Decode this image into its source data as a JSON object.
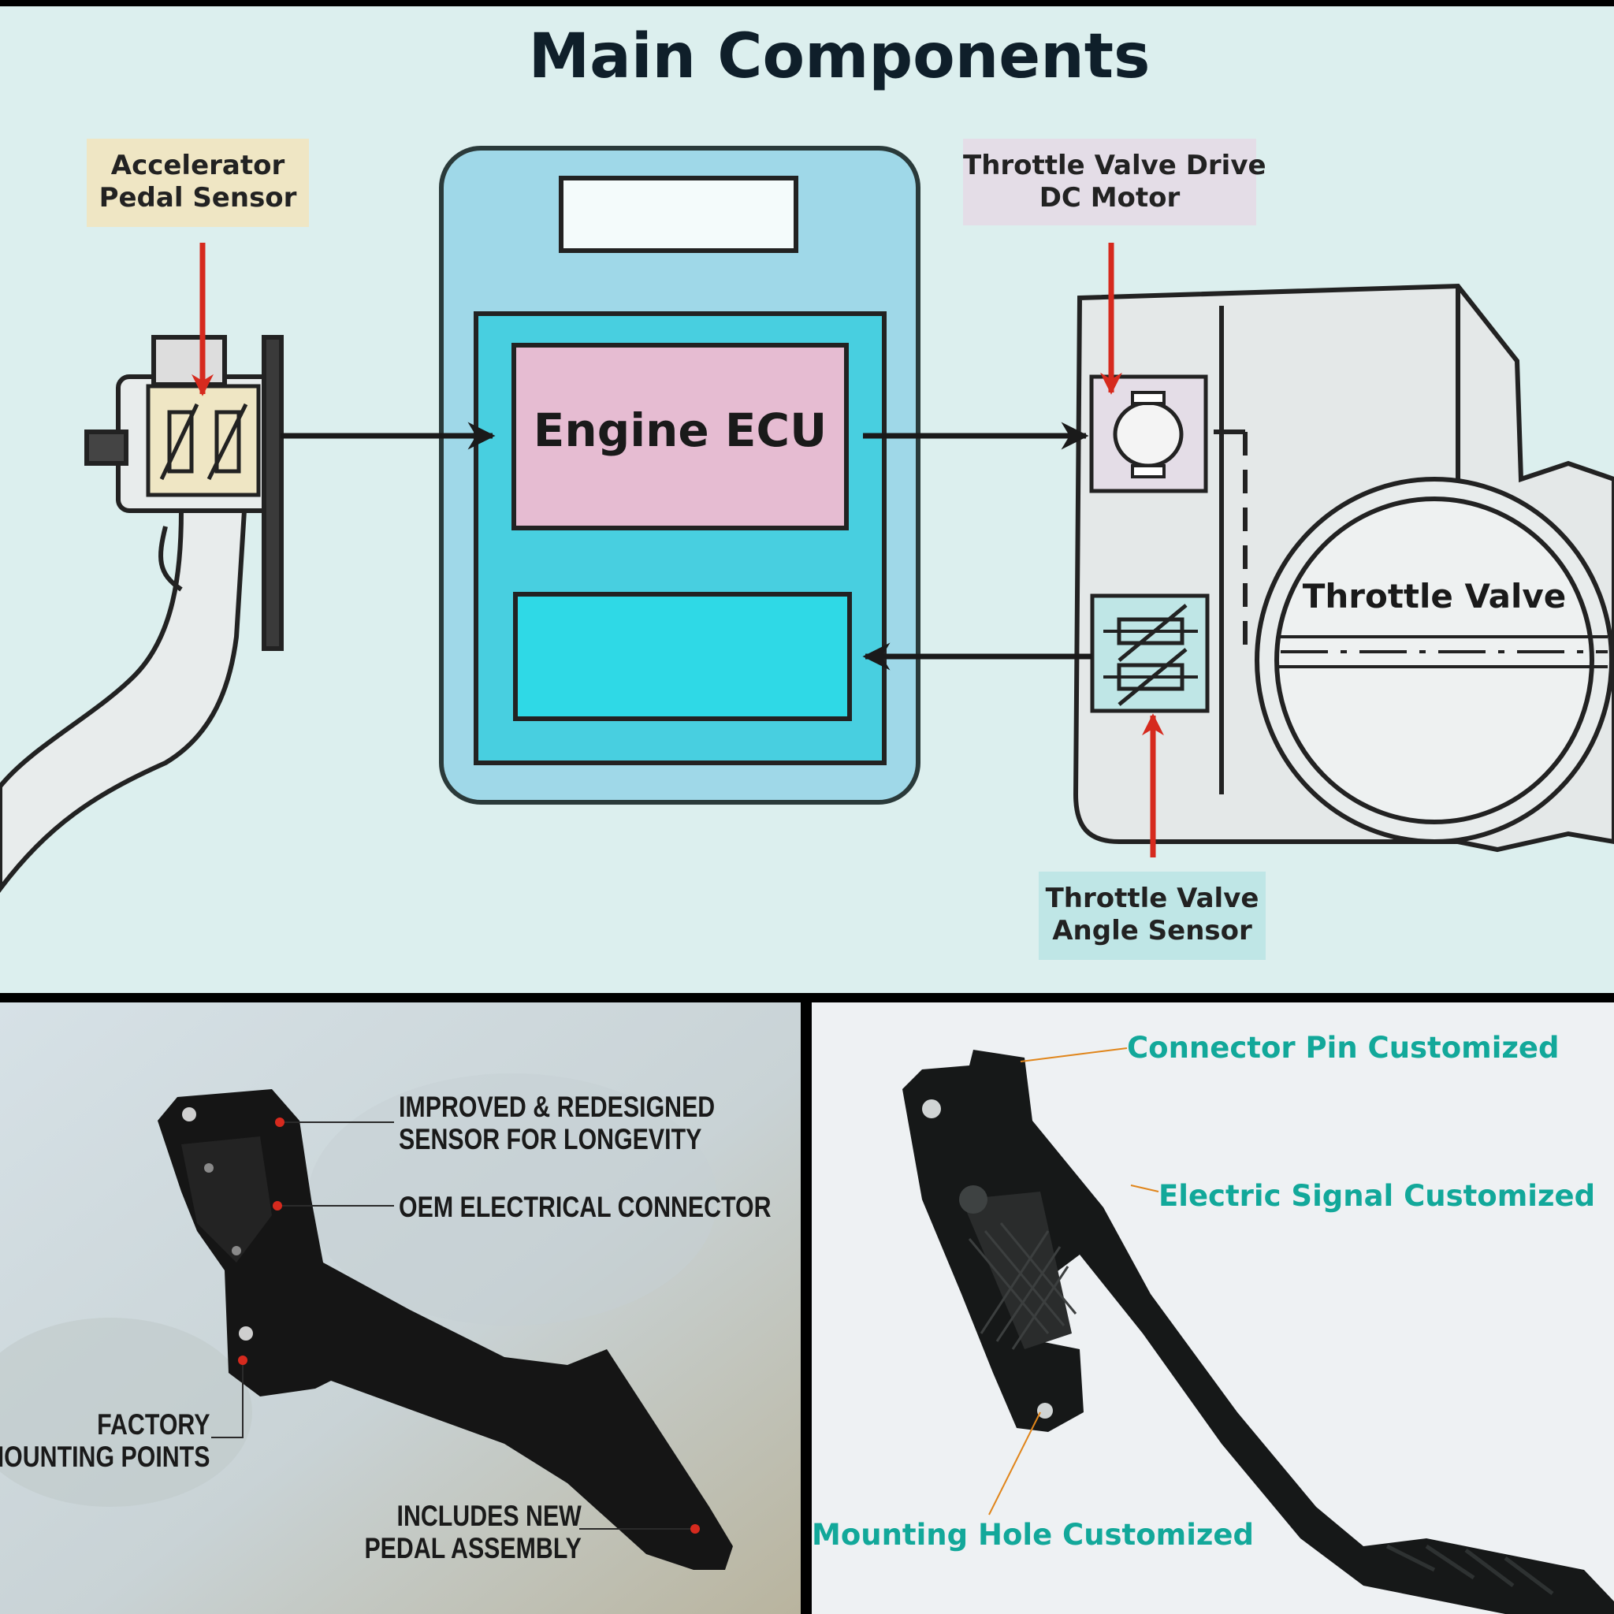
{
  "title": "Main Components",
  "labels": {
    "accelerator": [
      "Accelerator",
      "Pedal Sensor"
    ],
    "throttle_motor": [
      "Throttle Valve Drive",
      "DC Motor"
    ],
    "ecu": "Engine ECU",
    "throttle_valve": "Throttle Valve",
    "angle_sensor": [
      "Throttle Valve",
      "Angle Sensor"
    ]
  },
  "callouts_left": {
    "sensor": [
      "IMPROVED & REDESIGNED",
      "SENSOR FOR LONGEVITY"
    ],
    "connector": "OEM ELECTRICAL CONNECTOR",
    "mounting": [
      "FACTORY",
      "MOUNTING POINTS"
    ],
    "pedal": [
      "INCLUDES NEW",
      "PEDAL ASSEMBLY"
    ]
  },
  "callouts_right": {
    "connector_pin": "Connector Pin Customized",
    "electric_signal": "Electric Signal Customized",
    "mounting_hole": "Mounting Hole Customized"
  },
  "colors": {
    "diagram_bg": "#dcefee",
    "accel_box": "#efe6c4",
    "motor_box": "#e4dde7",
    "angle_box": "#bfe6e6",
    "ecu_outer": "#9fd8e8",
    "ecu_inner": "#48cfe0",
    "ecu_block": "#e6bcd2",
    "red_arrow": "#d62a1e",
    "teal_text": "#12a89a"
  }
}
